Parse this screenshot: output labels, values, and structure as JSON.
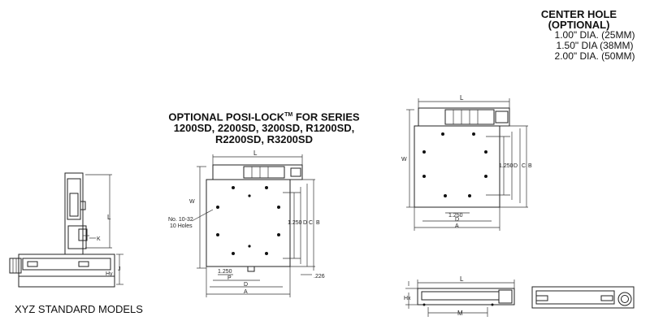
{
  "center_hole": {
    "title": "CENTER  HOLE",
    "subtitle": "(OPTIONAL)",
    "options": [
      "1.00\" DIA. (25MM)",
      "1.50\" DIA (38MM)",
      "2.00\" DIA. (50MM)"
    ]
  },
  "posilock": {
    "line1": "OPTIONAL POSI-LOCK",
    "tm": "TM",
    "line1_suffix": " FOR SERIES",
    "line2": "1200SD, 2200SD, 3200SD, R1200SD,",
    "line3": "R2200SD, R3200SD"
  },
  "xyz_caption": "XYZ STANDARD MODELS",
  "dimension_labels": {
    "L": "L",
    "W": "W",
    "A": "A",
    "B": "B",
    "C": "C",
    "D": "D",
    "P": "P",
    "K": "K",
    "J": "J",
    "Hy": "Hy",
    "Hx": "Hx",
    "M": "M",
    "d1250": "1.250",
    "d226": ".226",
    "holes_note_1": "No. 10-32",
    "holes_note_2": "10 Holes"
  }
}
